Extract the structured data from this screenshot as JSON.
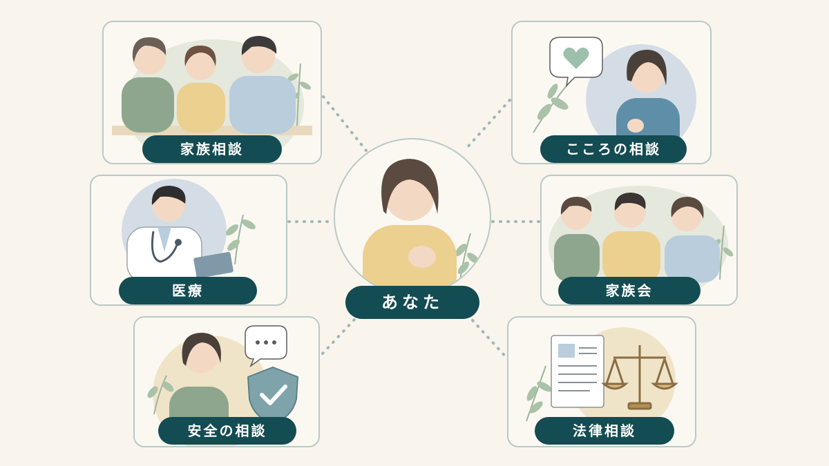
{
  "center": {
    "label": "あなた"
  },
  "nodes": {
    "family_consult": {
      "label": "家族相談"
    },
    "mind_consult": {
      "label": "こころの相談"
    },
    "medical": {
      "label": "医療"
    },
    "family_group": {
      "label": "家族会"
    },
    "safety_consult": {
      "label": "安全の相談"
    },
    "legal_consult": {
      "label": "法律相談"
    }
  },
  "colors": {
    "background": "#f9f4ec",
    "label_fill": "#134c52",
    "card_border": "#b9c9c6",
    "connector": "#9fb6b6"
  },
  "icons": {
    "mind_consult": "heart-speech-bubble-icon",
    "safety_consult": "shield-check-icon",
    "legal_consult": "scales-icon"
  }
}
